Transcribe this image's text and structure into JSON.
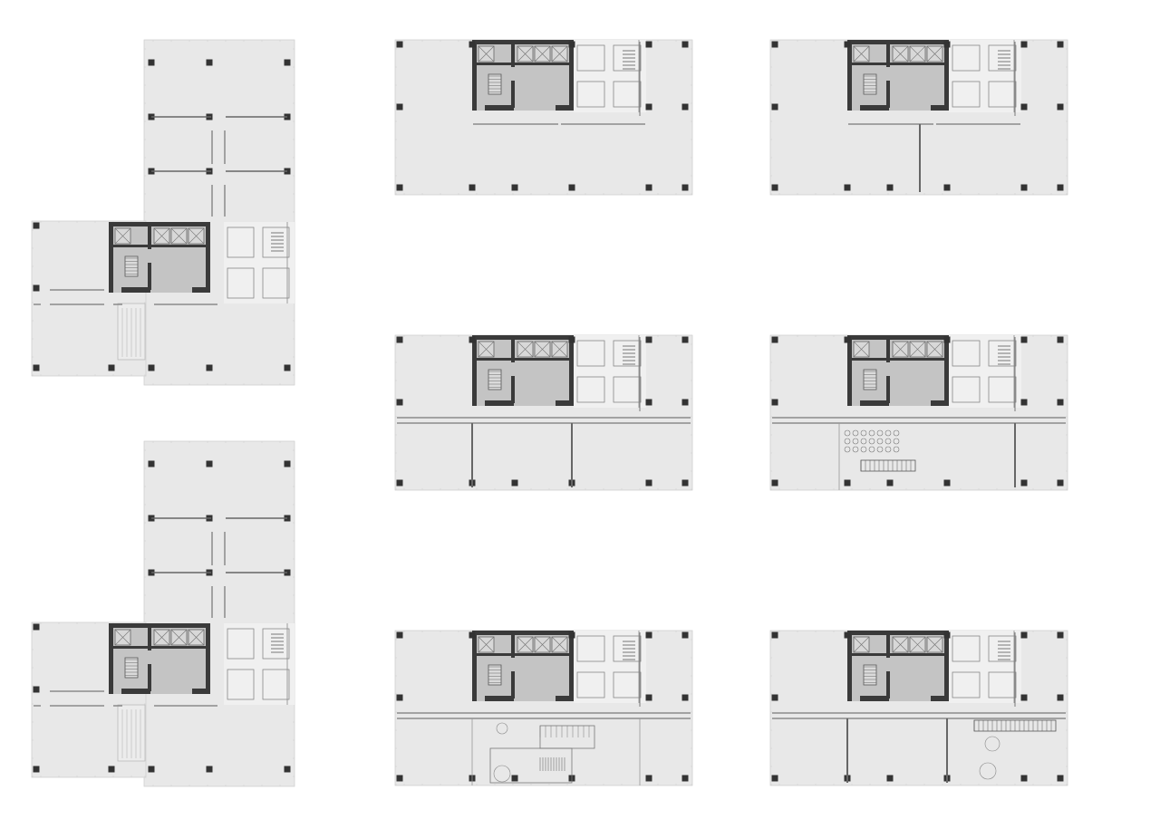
{
  "colors": {
    "background": "#ffffff",
    "floor": "#e8e8e8",
    "floor_edge": "#d0d0d0",
    "core_fill": "#c4c4c4",
    "wall": "#3a3a3a",
    "column": "#333333",
    "partition": "#8a8a8a",
    "service": "#f0f0f0"
  },
  "plans": [
    {
      "type": "l-shape",
      "variant": "partitioned"
    },
    {
      "type": "l-shape",
      "variant": "partitioned"
    },
    {
      "type": "rect",
      "variant": "open"
    },
    {
      "type": "rect",
      "variant": "split"
    },
    {
      "type": "rect",
      "variant": "cellular"
    },
    {
      "type": "rect",
      "variant": "canteen"
    },
    {
      "type": "rect",
      "variant": "kitchen"
    },
    {
      "type": "rect",
      "variant": "lounge"
    }
  ]
}
